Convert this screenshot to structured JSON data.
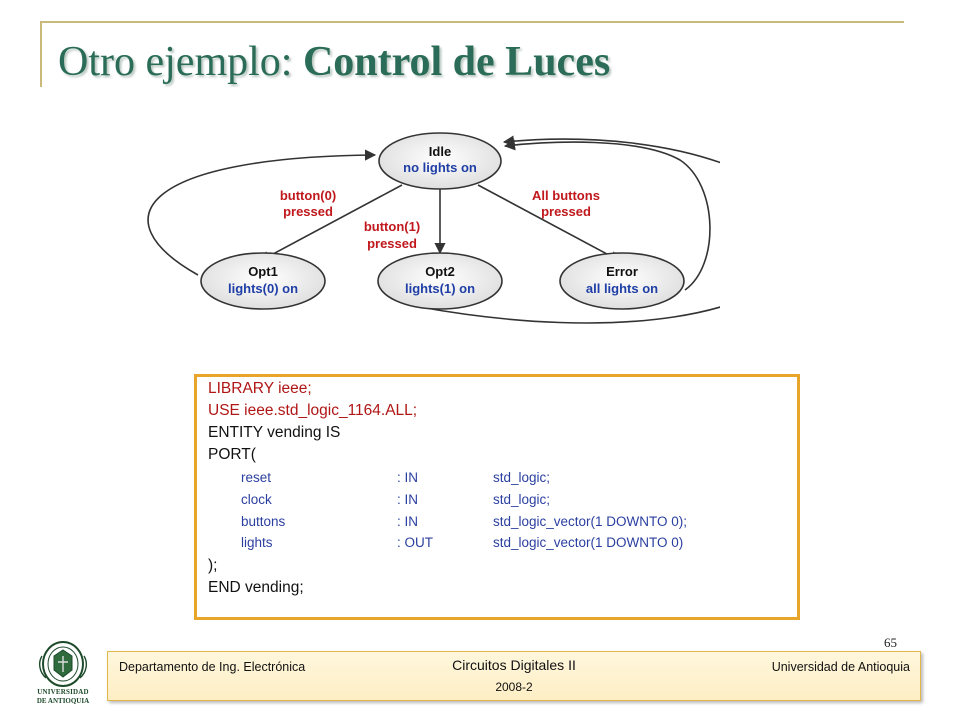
{
  "slide": {
    "title_regular": "Otro ejemplo: ",
    "title_bold": "Control de Luces",
    "page_number": "65"
  },
  "diagram": {
    "states": [
      {
        "name": "Idle",
        "action": "no lights on"
      },
      {
        "name": "Opt1",
        "action": "lights(0) on"
      },
      {
        "name": "Opt2",
        "action": "lights(1) on"
      },
      {
        "name": "Error",
        "action": "all lights on"
      }
    ],
    "transitions": [
      {
        "line1": "button(0)",
        "line2": "pressed"
      },
      {
        "line1": "button(1)",
        "line2": "pressed"
      },
      {
        "line1": "All buttons",
        "line2": "pressed"
      }
    ],
    "colors": {
      "state_name": "#111111",
      "state_action": "#1f3fa6",
      "transition": "#c0181c"
    }
  },
  "code": {
    "lines": [
      "LIBRARY ieee;",
      "USE ieee.std_logic_1164.ALL;",
      "ENTITY vending IS",
      "PORT(",
      ");",
      "END vending;"
    ],
    "ports": [
      {
        "name": "reset",
        "dir": ": IN",
        "type": "std_logic;"
      },
      {
        "name": "clock",
        "dir": ": IN",
        "type": "std_logic;"
      },
      {
        "name": "buttons",
        "dir": ": IN",
        "type": "std_logic_vector(1 DOWNTO 0);"
      },
      {
        "name": "lights",
        "dir": ": OUT",
        "type": "std_logic_vector(1 DOWNTO 0)"
      }
    ]
  },
  "footer": {
    "department": "Departamento de Ing. Electrónica",
    "course": "Circuitos Digitales II",
    "year": "2008-2",
    "university": "Universidad de Antioquia"
  },
  "logo": {
    "line1": "UNIVERSIDAD",
    "line2": "DE ANTIOQUIA"
  }
}
